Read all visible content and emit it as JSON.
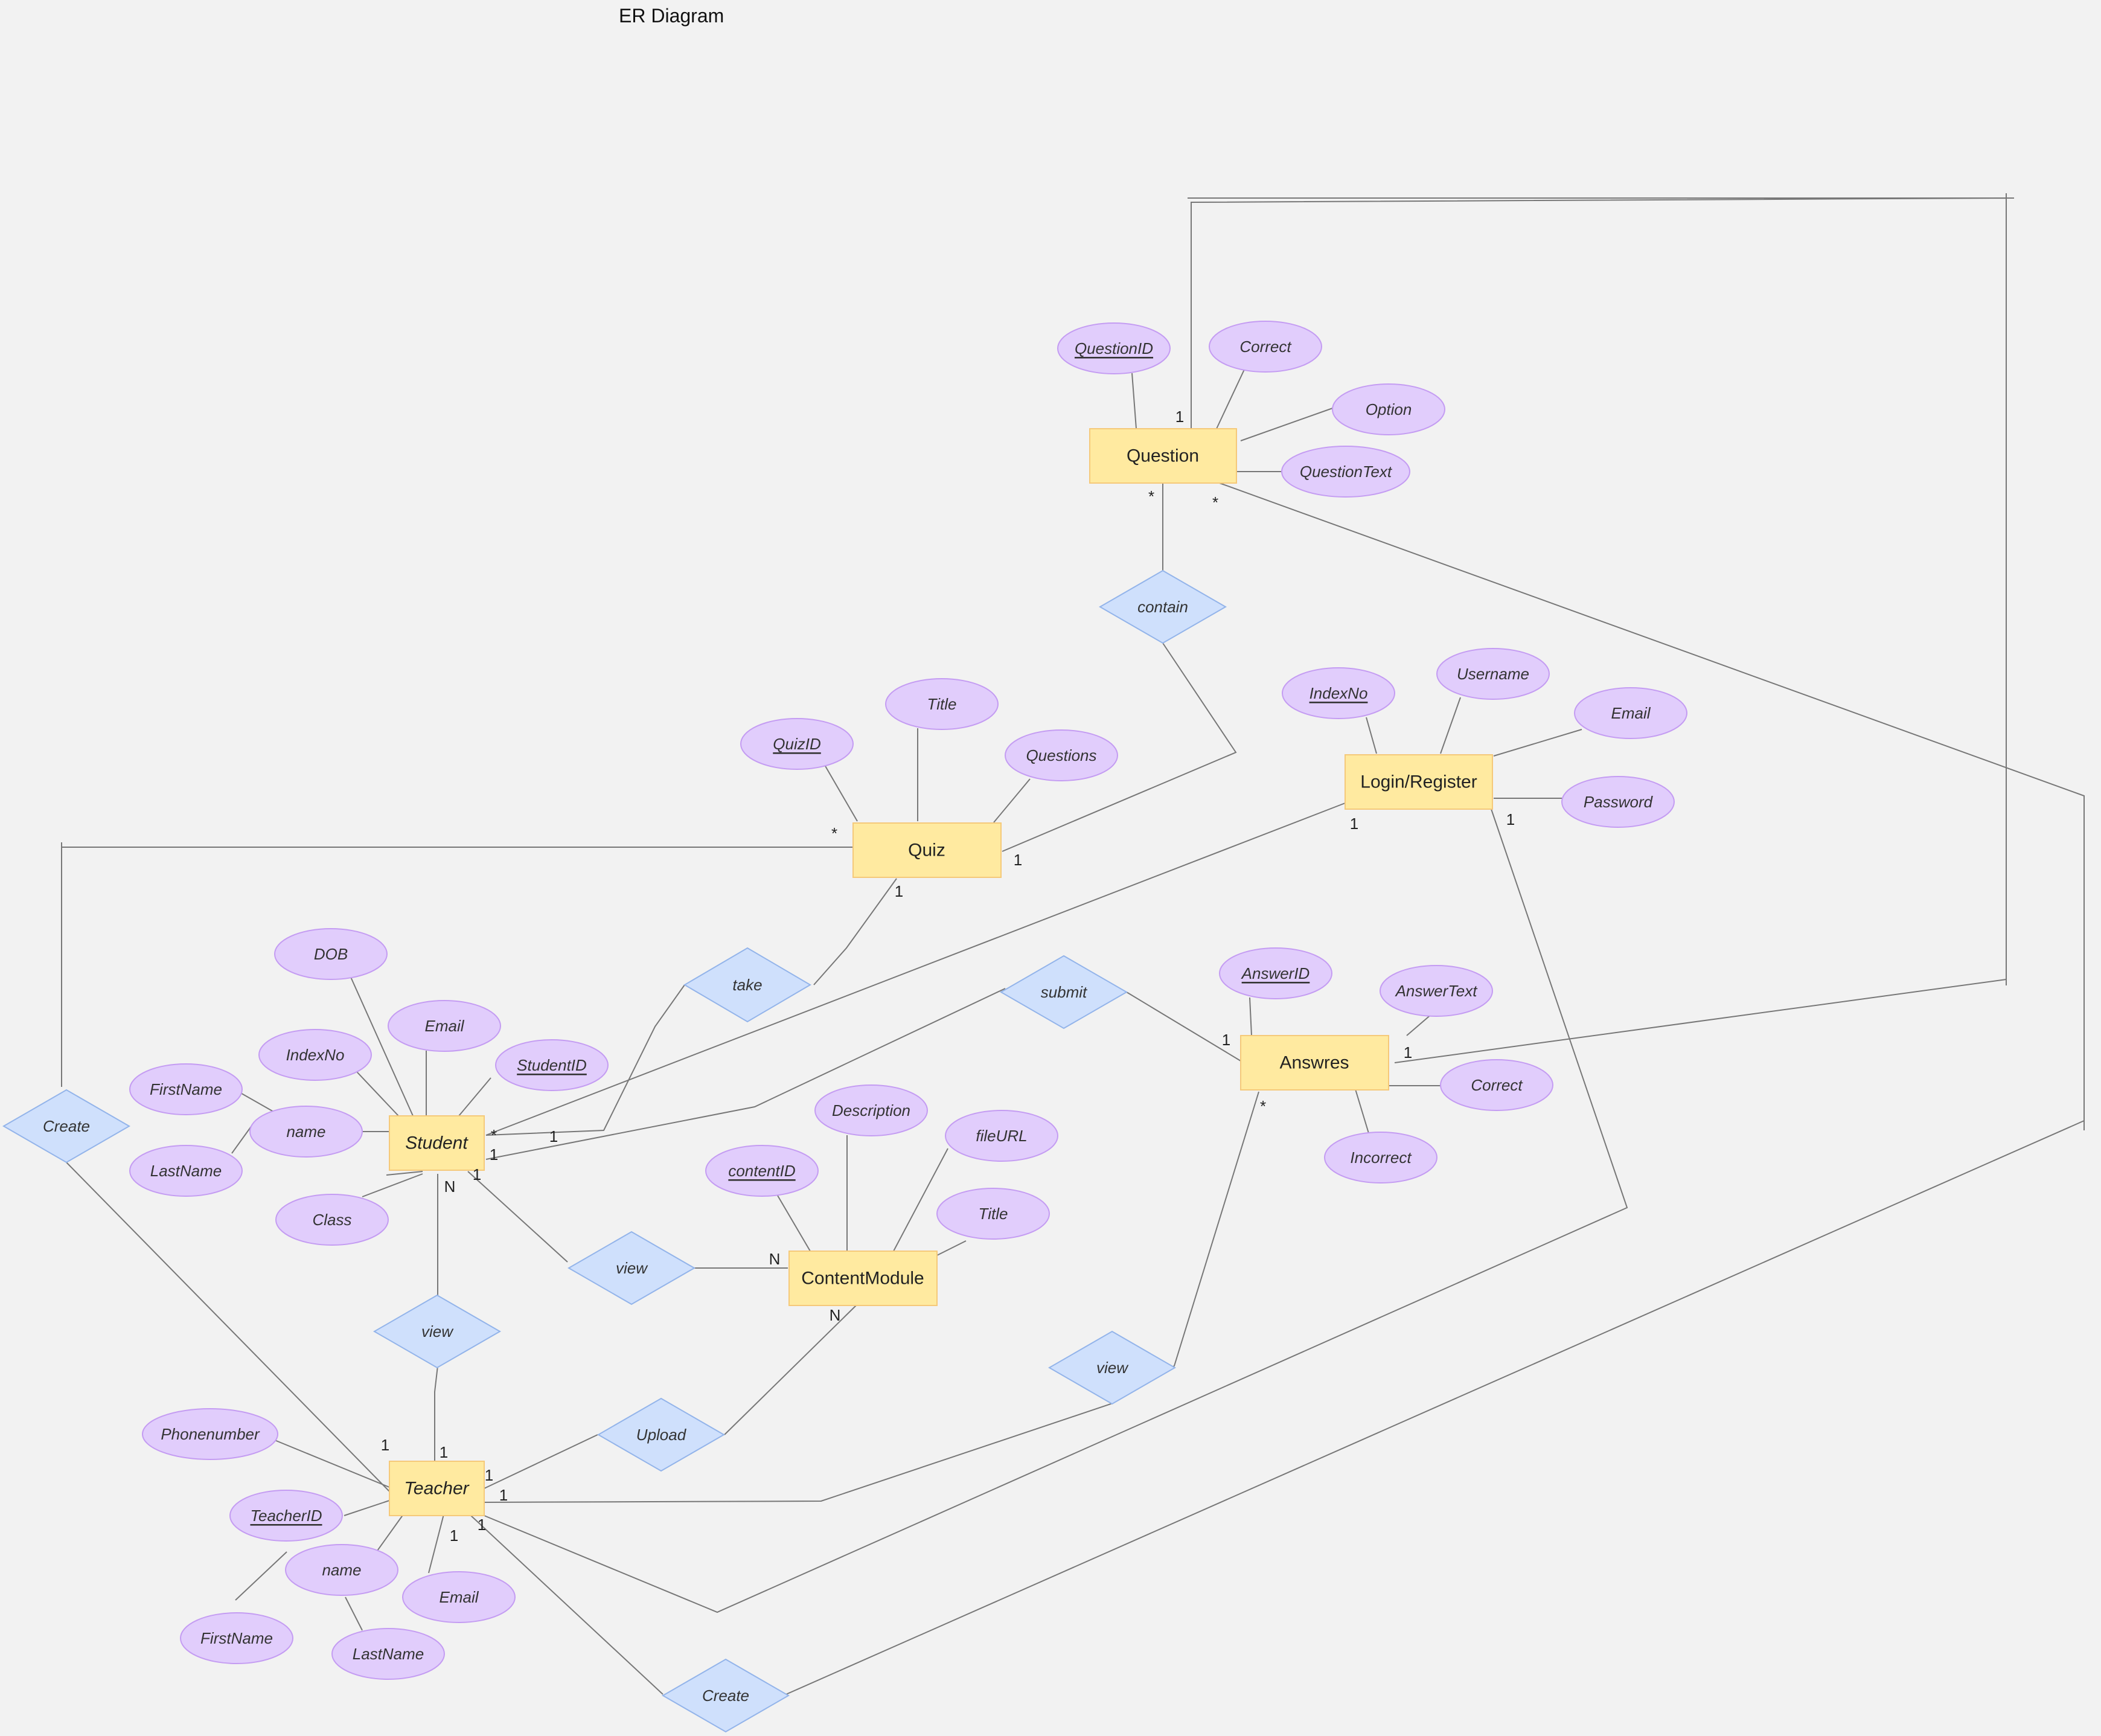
{
  "title": "ER Diagram",
  "entities": {
    "question": {
      "label": "Question"
    },
    "quiz": {
      "label": "Quiz"
    },
    "login": {
      "label": "Login/Register"
    },
    "student": {
      "label": "Student"
    },
    "answers": {
      "label": "Answres"
    },
    "content": {
      "label": "ContentModule"
    },
    "teacher": {
      "label": "Teacher"
    }
  },
  "attributes": {
    "question_id": {
      "label": "QuestionID",
      "key": true
    },
    "question_correct": {
      "label": "Correct"
    },
    "question_option": {
      "label": "Option"
    },
    "question_text": {
      "label": "QuestionText"
    },
    "quiz_id": {
      "label": "QuizID",
      "key": true
    },
    "quiz_title": {
      "label": "Title"
    },
    "quiz_questions": {
      "label": "Questions"
    },
    "login_indexno": {
      "label": "IndexNo",
      "key": true
    },
    "login_username": {
      "label": "Username"
    },
    "login_email": {
      "label": "Email"
    },
    "login_password": {
      "label": "Password"
    },
    "student_dob": {
      "label": "DOB"
    },
    "student_email": {
      "label": "Email"
    },
    "student_indexno": {
      "label": "IndexNo"
    },
    "student_id": {
      "label": "StudentID",
      "key": true
    },
    "student_firstname": {
      "label": "FirstName"
    },
    "student_name": {
      "label": "name"
    },
    "student_lastname": {
      "label": "LastName"
    },
    "student_class": {
      "label": "Class"
    },
    "answer_id": {
      "label": "AnswerID",
      "key": true
    },
    "answer_text": {
      "label": "AnswerText"
    },
    "answer_correct": {
      "label": "Correct"
    },
    "answer_incorrect": {
      "label": "Incorrect"
    },
    "content_description": {
      "label": "Description"
    },
    "content_fileurl": {
      "label": "fileURL"
    },
    "content_id": {
      "label": "contentID",
      "key": true
    },
    "content_title": {
      "label": "Title"
    },
    "teacher_phone": {
      "label": "Phonenumber"
    },
    "teacher_id": {
      "label": "TeacherID",
      "key": true
    },
    "teacher_name": {
      "label": "name"
    },
    "teacher_email": {
      "label": "Email"
    },
    "teacher_firstname": {
      "label": "FirstName"
    },
    "teacher_lastname": {
      "label": "LastName"
    }
  },
  "relationships": {
    "contain": {
      "label": "contain"
    },
    "take": {
      "label": "take"
    },
    "submit": {
      "label": "submit"
    },
    "create_left": {
      "label": "Create"
    },
    "view_content": {
      "label": "view"
    },
    "view_student": {
      "label": "view"
    },
    "upload": {
      "label": "Upload"
    },
    "view_answers": {
      "label": "view"
    },
    "create_bottom": {
      "label": "Create"
    }
  },
  "cardinalities": {
    "question_top": "1",
    "question_contain": "*",
    "question_right": "*",
    "quiz_left": "*",
    "quiz_contain": "1",
    "quiz_take": "1",
    "login_student": "1",
    "login_teacher": "1",
    "student_login": "*",
    "student_submit": "1",
    "student_take": "1",
    "student_quiz": "*",
    "student_view": "N",
    "answers_submit": "1",
    "answers_right": "1",
    "answers_view": "*",
    "content_view": "N",
    "content_upload": "N",
    "teacher_create": "1",
    "teacher_view": "1",
    "teacher_upload": "1",
    "teacher_answers": "1",
    "teacher_login": "1",
    "teacher_question": "1"
  }
}
